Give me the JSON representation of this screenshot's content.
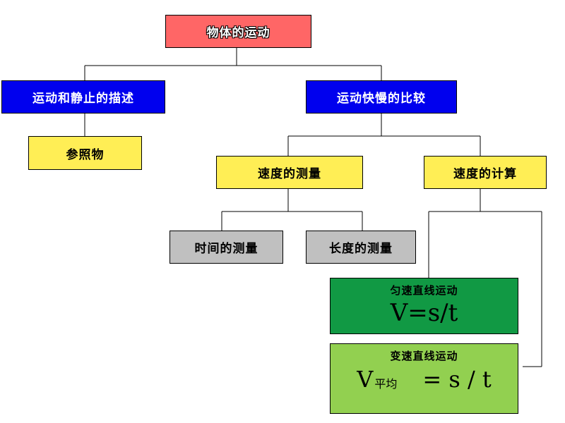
{
  "diagram": {
    "root": "物体的运动",
    "branch_left": "运动和静止的描述",
    "branch_right": "运动快慢的比较",
    "reference": "参照物",
    "speed_measure": "速度的测量",
    "speed_calc": "速度的计算",
    "time_measure": "时间的测量",
    "length_measure": "长度的测量",
    "uniform": {
      "title": "匀速直线运动",
      "formula": "V=s/t"
    },
    "variable": {
      "title": "变速直线运动",
      "formula_v": "V",
      "formula_sub": "平均",
      "formula_rest": "= s / t"
    }
  },
  "colors": {
    "root": "#ff6666",
    "blue": "#0000ee",
    "yellow": "#ffee55",
    "gray": "#c0c0c0",
    "dark_green": "#119944",
    "light_green": "#92d050"
  }
}
